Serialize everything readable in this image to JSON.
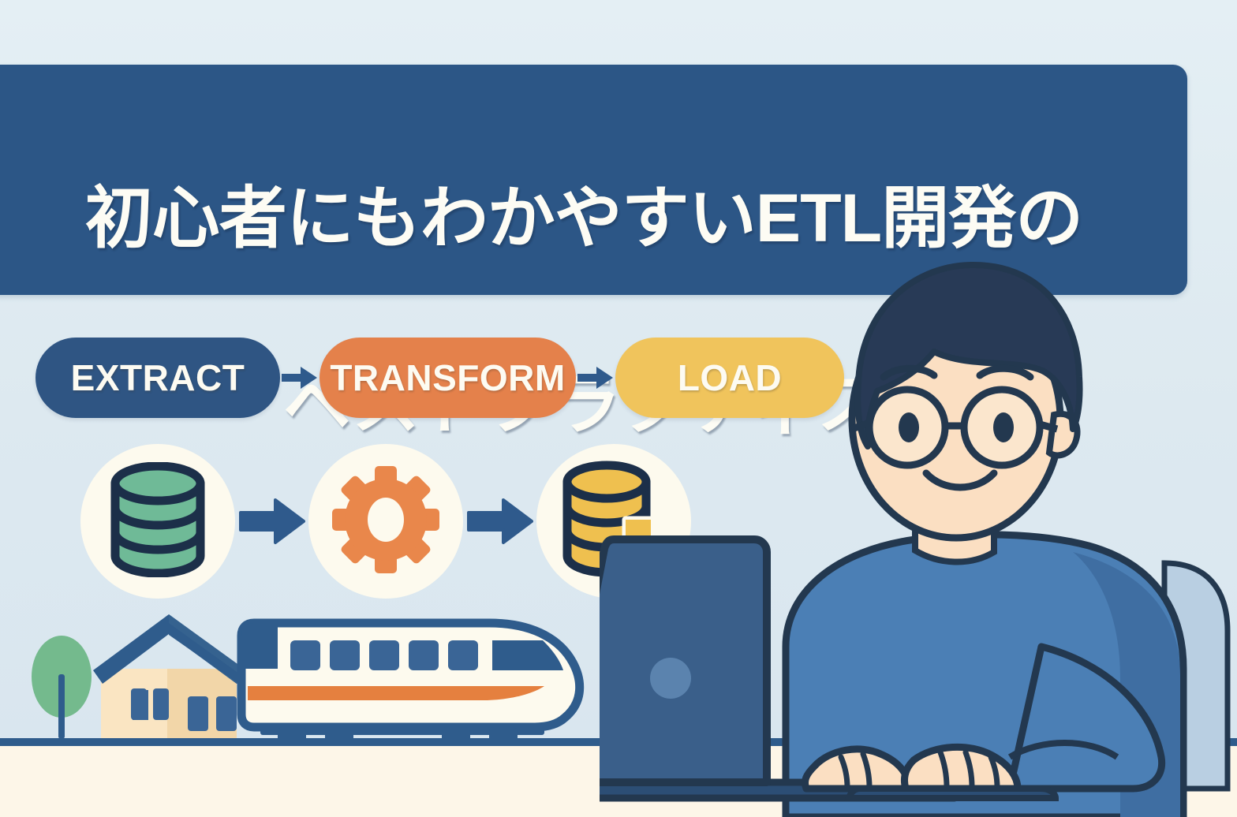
{
  "image": {
    "kind": "illustrated-blog-header",
    "alt_summary": "ETL pipeline illustration with Japanese headline, stage badges, icons, scenery and a person at a laptop"
  },
  "colors": {
    "background_sky": "#e4eff4",
    "background_floor": "#fdf6e8",
    "ground_line": "#2f5c8c",
    "title_panel": "#2c5686",
    "title_text": "#fdfcf4",
    "extract": "#2f5583",
    "transform": "#e4814b",
    "load": "#f0c45c",
    "arrow_blue": "#2f5a8c",
    "bubble_cream": "#fdfaee",
    "db_green": "#6fba97",
    "db_yellow": "#efc04f",
    "gear_orange": "#e9874b",
    "outline_navy": "#1c2f49",
    "house_wall": "#fae5c2",
    "house_wall_shade": "#f2d6a8",
    "tree_green": "#74ba8d",
    "train_body": "#fdfaee",
    "train_stripe": "#e5803f",
    "laptop_body": "#3a5f8a",
    "laptop_dark": "#2c4e75",
    "sweater_blue": "#4b7fb5",
    "sweater_shade": "#3f6ea2",
    "hair_navy": "#283a56",
    "skin": "#fbdfc2"
  },
  "title": {
    "line1": "初心者にもわかやすいETL開発の",
    "line2": "ベストプラクティス",
    "full": "初心者にもわかやすいETL開発のベストプラクティス"
  },
  "pipeline": {
    "stages": [
      {
        "label": "EXTRACT",
        "color": "#2f5583",
        "icon": "database-green-icon"
      },
      {
        "label": "TRANSFORM",
        "color": "#e4814b",
        "icon": "gear-orange-icon"
      },
      {
        "label": "LOAD",
        "color": "#f0c45c",
        "icon": "database-upload-yellow-icon"
      }
    ],
    "connector_icon": "arrow-right-icon",
    "connector_count": 2
  },
  "icons": [
    {
      "name": "database-green-icon",
      "depicts": "stacked database cylinder",
      "color": "#6fba97"
    },
    {
      "name": "arrow-right-icon",
      "depicts": "rightward block arrow",
      "color": "#2f5a8c"
    },
    {
      "name": "gear-orange-icon",
      "depicts": "cog wheel",
      "color": "#e9874b"
    },
    {
      "name": "database-upload-yellow-icon",
      "depicts": "database with up arrow",
      "color": "#efc04f"
    }
  ],
  "scenery": {
    "tree": {
      "name": "tree-icon",
      "color": "#74ba8d"
    },
    "house": {
      "name": "house-icon",
      "wall": "#fae5c2",
      "roof": "#2f5c8c",
      "window_count": 4
    },
    "train": {
      "name": "bullet-train-icon",
      "body": "#fdfaee",
      "stripe": "#e5803f",
      "window_count": 5
    }
  },
  "person": {
    "name": "person-at-laptop",
    "hair": "#283a56",
    "glasses": true,
    "sweater": "#4b7fb5",
    "expression": "smiling",
    "laptop": {
      "name": "laptop-icon",
      "lid_color": "#3a5f8a",
      "logo_dot": true
    }
  }
}
